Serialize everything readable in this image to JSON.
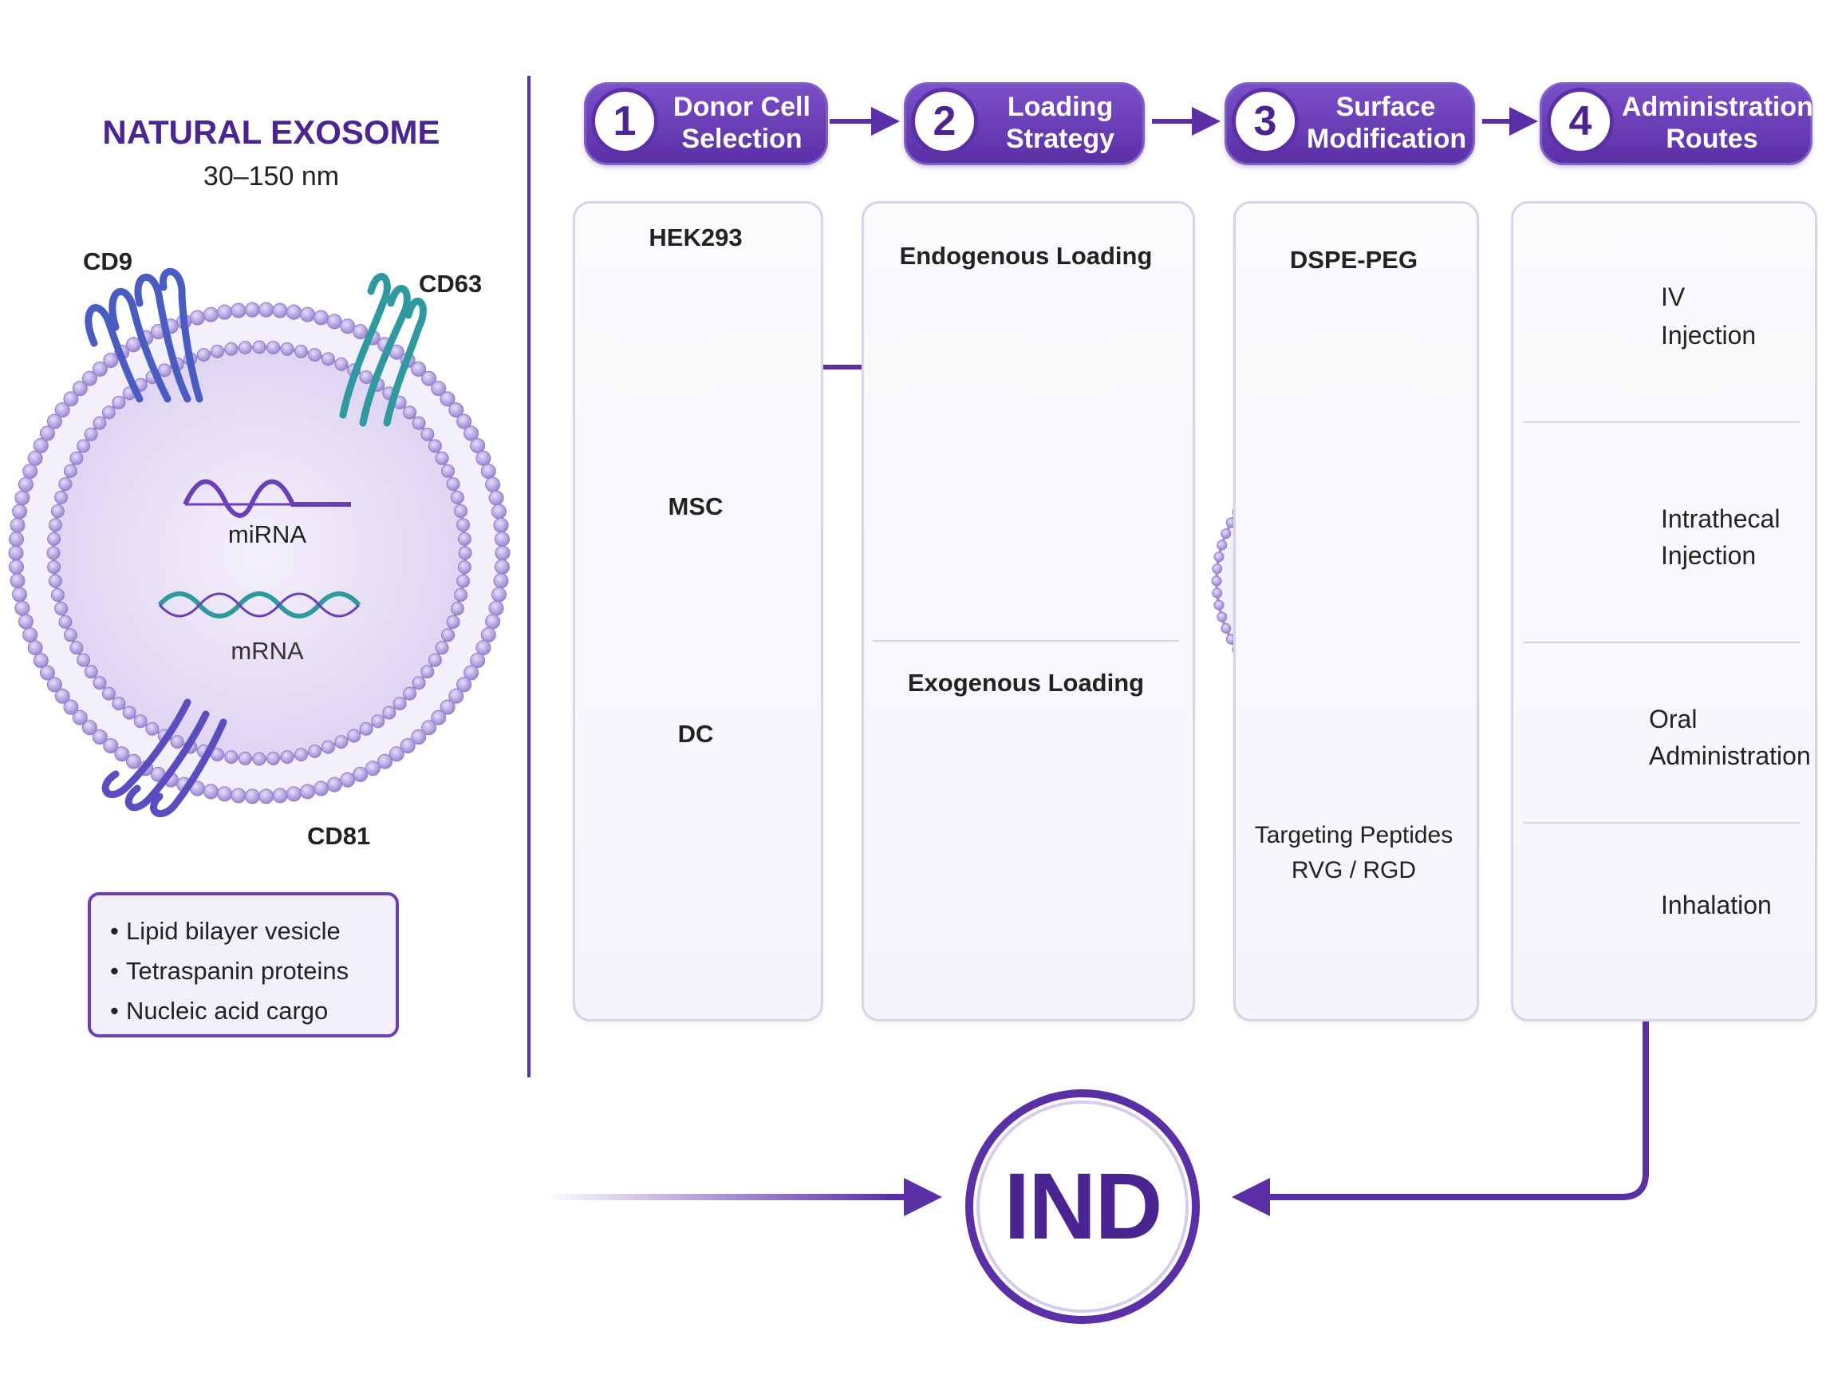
{
  "exosome": {
    "title": "NATURAL EXOSOME",
    "size": "30–150 nm",
    "markers": {
      "cd9": "CD9",
      "cd63": "CD63",
      "cd81": "CD81"
    },
    "cargo": {
      "mirna": "miRNA",
      "mrna": "mRNA"
    },
    "features": [
      "Lipid bilayer vesicle",
      "Tetraspanin proteins",
      "Nucleic acid cargo"
    ]
  },
  "steps": [
    {
      "number": "1",
      "line1": "Donor Cell",
      "line2": "Selection"
    },
    {
      "number": "2",
      "line1": "Loading",
      "line2": "Strategy"
    },
    {
      "number": "3",
      "line1": "Surface",
      "line2": "Modification"
    },
    {
      "number": "4",
      "line1": "Administration",
      "line2": "Routes"
    }
  ],
  "donor_cells": {
    "hek": "HEK293",
    "msc": "MSC",
    "dc": "DC"
  },
  "loading": {
    "endogenous": "Endogenous Loading",
    "exogenous": "Exogenous Loading"
  },
  "surface": {
    "peg": "DSPE-PEG",
    "peptides_line1": "Targeting Peptides",
    "peptides_line2": "RVG / RGD"
  },
  "routes": [
    {
      "line1": "IV",
      "line2": "Injection"
    },
    {
      "line1": "Intrathecal",
      "line2": "Injection"
    },
    {
      "line1": "Oral",
      "line2": "Administration"
    },
    {
      "line1": "Inhalation",
      "line2": ""
    }
  ],
  "final": {
    "label": "IND"
  },
  "colors": {
    "primary": "#5b2fa6",
    "lavender": "#ebe4f7",
    "membrane": "#a596d6",
    "teal": "#2e9aa0",
    "blue_protein": "#4a5bc2"
  }
}
